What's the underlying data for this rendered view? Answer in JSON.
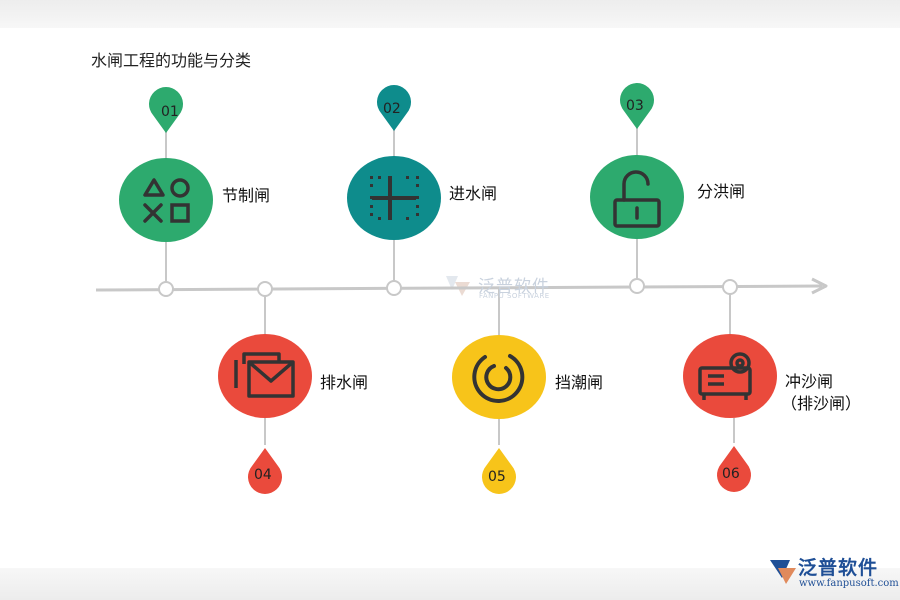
{
  "title": "水闸工程的功能与分类",
  "watermark": {
    "text": "泛普软件",
    "subtext": "FANPU SOFTWARE"
  },
  "logo": {
    "text": "泛普软件",
    "url": "www.fanpusoft.com"
  },
  "colors": {
    "green": "#2daa6e",
    "teal": "#0e8c8c",
    "red": "#ea4a3c",
    "yellow": "#f7c41a",
    "axis": "#c8c8c8",
    "icon": "#333333"
  },
  "nodes": [
    {
      "num": "01",
      "label": "节制闸",
      "color": "green",
      "icon": "shapes-icon"
    },
    {
      "num": "02",
      "label": "进水闸",
      "color": "teal",
      "icon": "grid-icon"
    },
    {
      "num": "03",
      "label": "分洪闸",
      "color": "green",
      "icon": "unlock-icon"
    },
    {
      "num": "04",
      "label": "排水闸",
      "color": "red",
      "icon": "mail-icon"
    },
    {
      "num": "05",
      "label": "挡潮闸",
      "color": "yellow",
      "icon": "ring-icon"
    },
    {
      "num": "06",
      "label": "冲沙闸",
      "label2": "（排沙闸）",
      "color": "red",
      "icon": "projector-icon"
    }
  ]
}
